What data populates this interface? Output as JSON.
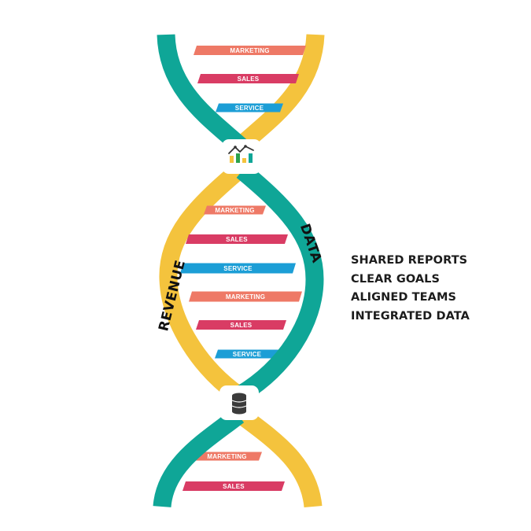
{
  "colors": {
    "teal": "#0fa697",
    "yellow": "#f4c33d",
    "marketing": "#ee7966",
    "sales": "#d93c64",
    "service": "#1c9ed6",
    "icon_chart_bars": [
      "#f4c33d",
      "#0fa697",
      "#2ba24c"
    ],
    "icon_database": "#3b3b3b"
  },
  "strands": {
    "revenue_label": "REVENUE",
    "data_label": "DATA"
  },
  "rungs": [
    {
      "label": "MARKETING",
      "color_key": "marketing"
    },
    {
      "label": "SALES",
      "color_key": "sales"
    },
    {
      "label": "SERVICE",
      "color_key": "service"
    },
    {
      "label": "MARKETING",
      "color_key": "marketing"
    },
    {
      "label": "SALES",
      "color_key": "sales"
    },
    {
      "label": "SERVICE",
      "color_key": "service"
    },
    {
      "label": "MARKETING",
      "color_key": "marketing"
    },
    {
      "label": "SALES",
      "color_key": "sales"
    },
    {
      "label": "SERVICE",
      "color_key": "service"
    },
    {
      "label": "MARKETING",
      "color_key": "marketing"
    },
    {
      "label": "SALES",
      "color_key": "sales"
    }
  ],
  "nodes": [
    {
      "icon": "analytics-chart-icon"
    },
    {
      "icon": "database-icon"
    }
  ],
  "points": [
    "SHARED REPORTS",
    "CLEAR GOALS",
    "ALIGNED TEAMS",
    "INTEGRATED DATA"
  ]
}
